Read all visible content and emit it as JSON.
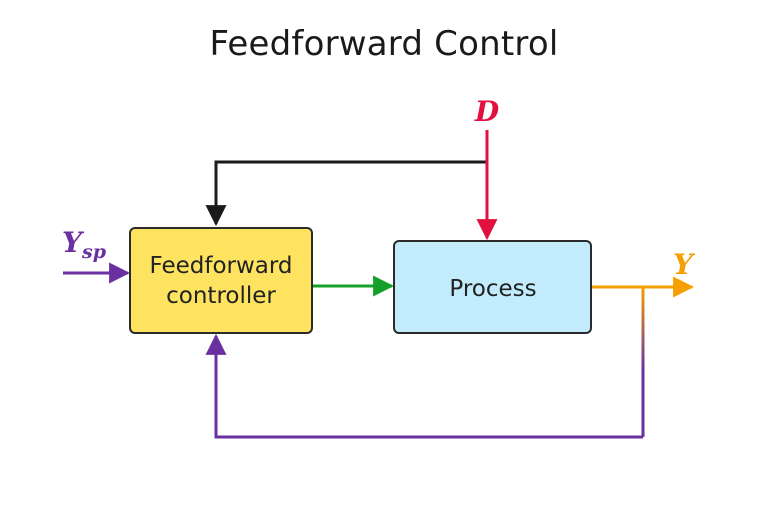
{
  "diagram": {
    "title": "Feedforward Control",
    "blocks": {
      "controller": {
        "line1": "Feedforward",
        "line2": "controller",
        "fill": "#fde35f",
        "stroke": "#2a2a2a"
      },
      "process": {
        "label": "Process",
        "fill": "#c2ecfb",
        "stroke": "#2a2a2a"
      }
    },
    "signals": {
      "disturbance": {
        "label": "D",
        "color": "#e0103f"
      },
      "setpoint": {
        "label": "Y",
        "subscript": "sp",
        "color": "#6a2fa0"
      },
      "output": {
        "label": "Y",
        "color": "#f5a000"
      },
      "control": {
        "color": "#14a02a"
      },
      "feedforward_path": {
        "color": "#1a1a1a"
      },
      "feedback_path": {
        "color": "#6a2fa0"
      }
    }
  }
}
